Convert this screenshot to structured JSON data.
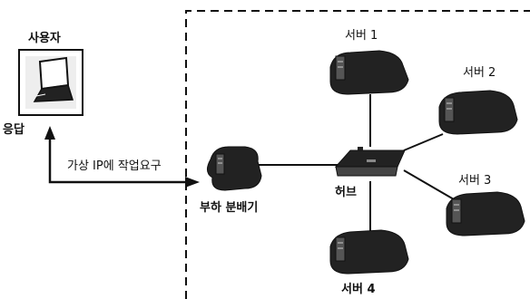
{
  "labels": {
    "user": "사용자",
    "response": "응답",
    "request": "가상 IP에 작업요구",
    "load_balancer": "부하 분배기",
    "hub": "허브",
    "server1": "서버 1",
    "server2": "서버 2",
    "server3": "서버 3",
    "server4": "서버 4"
  },
  "colors": {
    "ink": "#111111",
    "device": "#222222",
    "screen": "#eeeeee"
  }
}
